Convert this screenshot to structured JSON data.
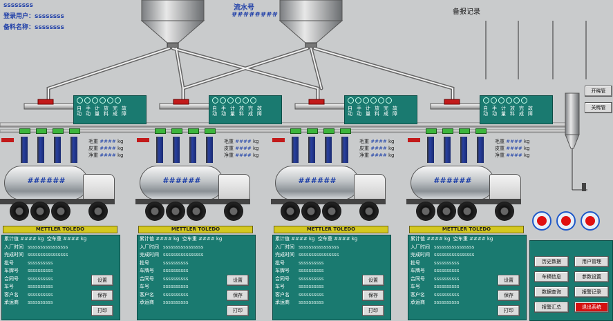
{
  "header": {
    "line1": "ssssssss",
    "user_label": "登录用户：",
    "user_value": "ssssssss",
    "device_label": "备料名称：",
    "device_value": "ssssssss",
    "flow_label": "流水号",
    "flow_value": "########",
    "alarm_label": "备报记录"
  },
  "lift_buttons": {
    "open": "开稀管",
    "close": "关稀管"
  },
  "stations": [
    {
      "indicators": [
        "自动",
        "手动",
        "计量",
        "放料",
        "完成",
        "故障"
      ],
      "weights": {
        "gross_label": "毛重",
        "gross_value": "####",
        "tare_label": "皮重",
        "tare_value": "####",
        "net_label": "净重",
        "net_value": "####",
        "unit": "kg"
      },
      "tank_text": "######",
      "scale_label": "METTLER TOLEDO",
      "info": {
        "top_left_label": "累计值",
        "top_left_value": "####",
        "top_right_label": "空车重",
        "top_right_value": "####",
        "unit": "kg",
        "rows": [
          {
            "label": "入厂时间",
            "value": "ssssssssssssssss"
          },
          {
            "label": "完成时间",
            "value": "ssssssssssssssss"
          },
          {
            "label": "批号",
            "value": "ssssssssss"
          },
          {
            "label": "车牌号",
            "value": "ssssssssss"
          },
          {
            "label": "合同号",
            "value": "ssssssssss"
          },
          {
            "label": "车号",
            "value": "ssssssssss"
          },
          {
            "label": "客户名",
            "value": "ssssssssss"
          },
          {
            "label": "承运商",
            "value": "ssssssssss"
          }
        ],
        "buttons": [
          "设置",
          "保存",
          "打印"
        ]
      }
    },
    {
      "indicators": [
        "自动",
        "手动",
        "计量",
        "放料",
        "完成",
        "故障"
      ],
      "weights": {
        "gross_label": "毛重",
        "gross_value": "####",
        "tare_label": "皮重",
        "tare_value": "####",
        "net_label": "净重",
        "net_value": "####",
        "unit": "kg"
      },
      "tank_text": "######",
      "scale_label": "METTLER TOLEDO",
      "info": {
        "top_left_label": "累计值",
        "top_left_value": "####",
        "top_right_label": "空车重",
        "top_right_value": "####",
        "unit": "kg",
        "rows": [
          {
            "label": "入厂时间",
            "value": "ssssssssssssssss"
          },
          {
            "label": "完成时间",
            "value": "ssssssssssssssss"
          },
          {
            "label": "批号",
            "value": "ssssssssss"
          },
          {
            "label": "车牌号",
            "value": "ssssssssss"
          },
          {
            "label": "合同号",
            "value": "ssssssssss"
          },
          {
            "label": "车号",
            "value": "ssssssssss"
          },
          {
            "label": "客户名",
            "value": "ssssssssss"
          },
          {
            "label": "承运商",
            "value": "ssssssssss"
          }
        ],
        "buttons": [
          "设置",
          "保存",
          "打印"
        ]
      }
    },
    {
      "indicators": [
        "自动",
        "手动",
        "计量",
        "放料",
        "完成",
        "故障"
      ],
      "weights": {
        "gross_label": "毛重",
        "gross_value": "####",
        "tare_label": "皮重",
        "tare_value": "####",
        "net_label": "净重",
        "net_value": "####",
        "unit": "kg"
      },
      "tank_text": "######",
      "scale_label": "METTLER TOLEDO",
      "info": {
        "top_left_label": "累计值",
        "top_left_value": "####",
        "top_right_label": "空车重",
        "top_right_value": "####",
        "unit": "kg",
        "rows": [
          {
            "label": "入厂时间",
            "value": "ssssssssssssssss"
          },
          {
            "label": "完成时间",
            "value": "ssssssssssssssss"
          },
          {
            "label": "批号",
            "value": "ssssssssss"
          },
          {
            "label": "车牌号",
            "value": "ssssssssss"
          },
          {
            "label": "合同号",
            "value": "ssssssssss"
          },
          {
            "label": "车号",
            "value": "ssssssssss"
          },
          {
            "label": "客户名",
            "value": "ssssssssss"
          },
          {
            "label": "承运商",
            "value": "ssssssssss"
          }
        ],
        "buttons": [
          "设置",
          "保存",
          "打印"
        ]
      }
    },
    {
      "indicators": [
        "自动",
        "手动",
        "计量",
        "放料",
        "完成",
        "故障"
      ],
      "weights": {
        "gross_label": "毛重",
        "gross_value": "####",
        "tare_label": "皮重",
        "tare_value": "####",
        "net_label": "净重",
        "net_value": "####",
        "unit": "kg"
      },
      "tank_text": "######",
      "scale_label": "METTLER TOLEDO",
      "info": {
        "top_left_label": "累计值",
        "top_left_value": "####",
        "top_right_label": "空车重",
        "top_right_value": "####",
        "unit": "kg",
        "rows": [
          {
            "label": "入厂时间",
            "value": "ssssssssssssssss"
          },
          {
            "label": "完成时间",
            "value": "ssssssssssssssss"
          },
          {
            "label": "批号",
            "value": "ssssssssss"
          },
          {
            "label": "车牌号",
            "value": "ssssssssss"
          },
          {
            "label": "合同号",
            "value": "ssssssssss"
          },
          {
            "label": "车号",
            "value": "ssssssssss"
          },
          {
            "label": "客户名",
            "value": "ssssssssss"
          },
          {
            "label": "承运商",
            "value": "ssssssssss"
          }
        ],
        "buttons": [
          "设置",
          "保存",
          "打印"
        ]
      }
    }
  ],
  "right_panel": {
    "buttons": [
      "历史数据",
      "用户管理",
      "车辆信息",
      "参数设置",
      "数据查询",
      "报警记录",
      "报警汇总",
      "退出系统"
    ]
  }
}
